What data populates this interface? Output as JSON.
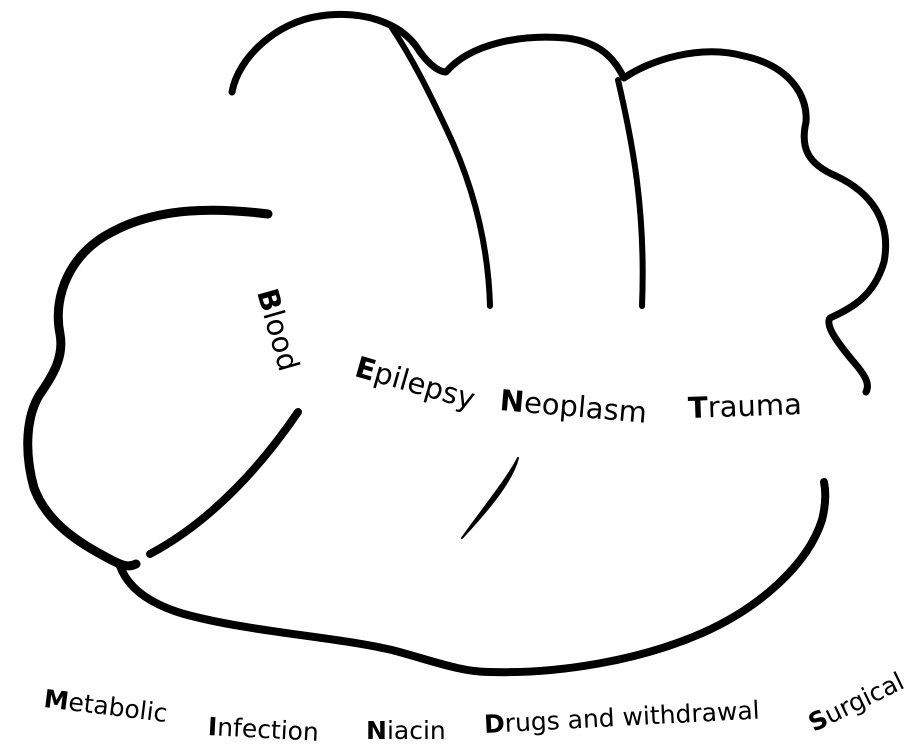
{
  "colors": {
    "outline": "#000000",
    "background": "#ffffff",
    "text": "#000000"
  },
  "upper_labels": [
    {
      "initial": "B",
      "rest": "lood"
    },
    {
      "initial": "E",
      "rest": "pilepsy"
    },
    {
      "initial": "N",
      "rest": "eoplasm"
    },
    {
      "initial": "T",
      "rest": "rauma"
    }
  ],
  "lower_labels": [
    {
      "initial": "M",
      "rest": "etabolic"
    },
    {
      "initial": "I",
      "rest": "nfection"
    },
    {
      "initial": "N",
      "rest": "iacin"
    },
    {
      "initial": "D",
      "rest": "rugs and withdrawal"
    },
    {
      "initial": "S",
      "rest": "urgical"
    }
  ]
}
